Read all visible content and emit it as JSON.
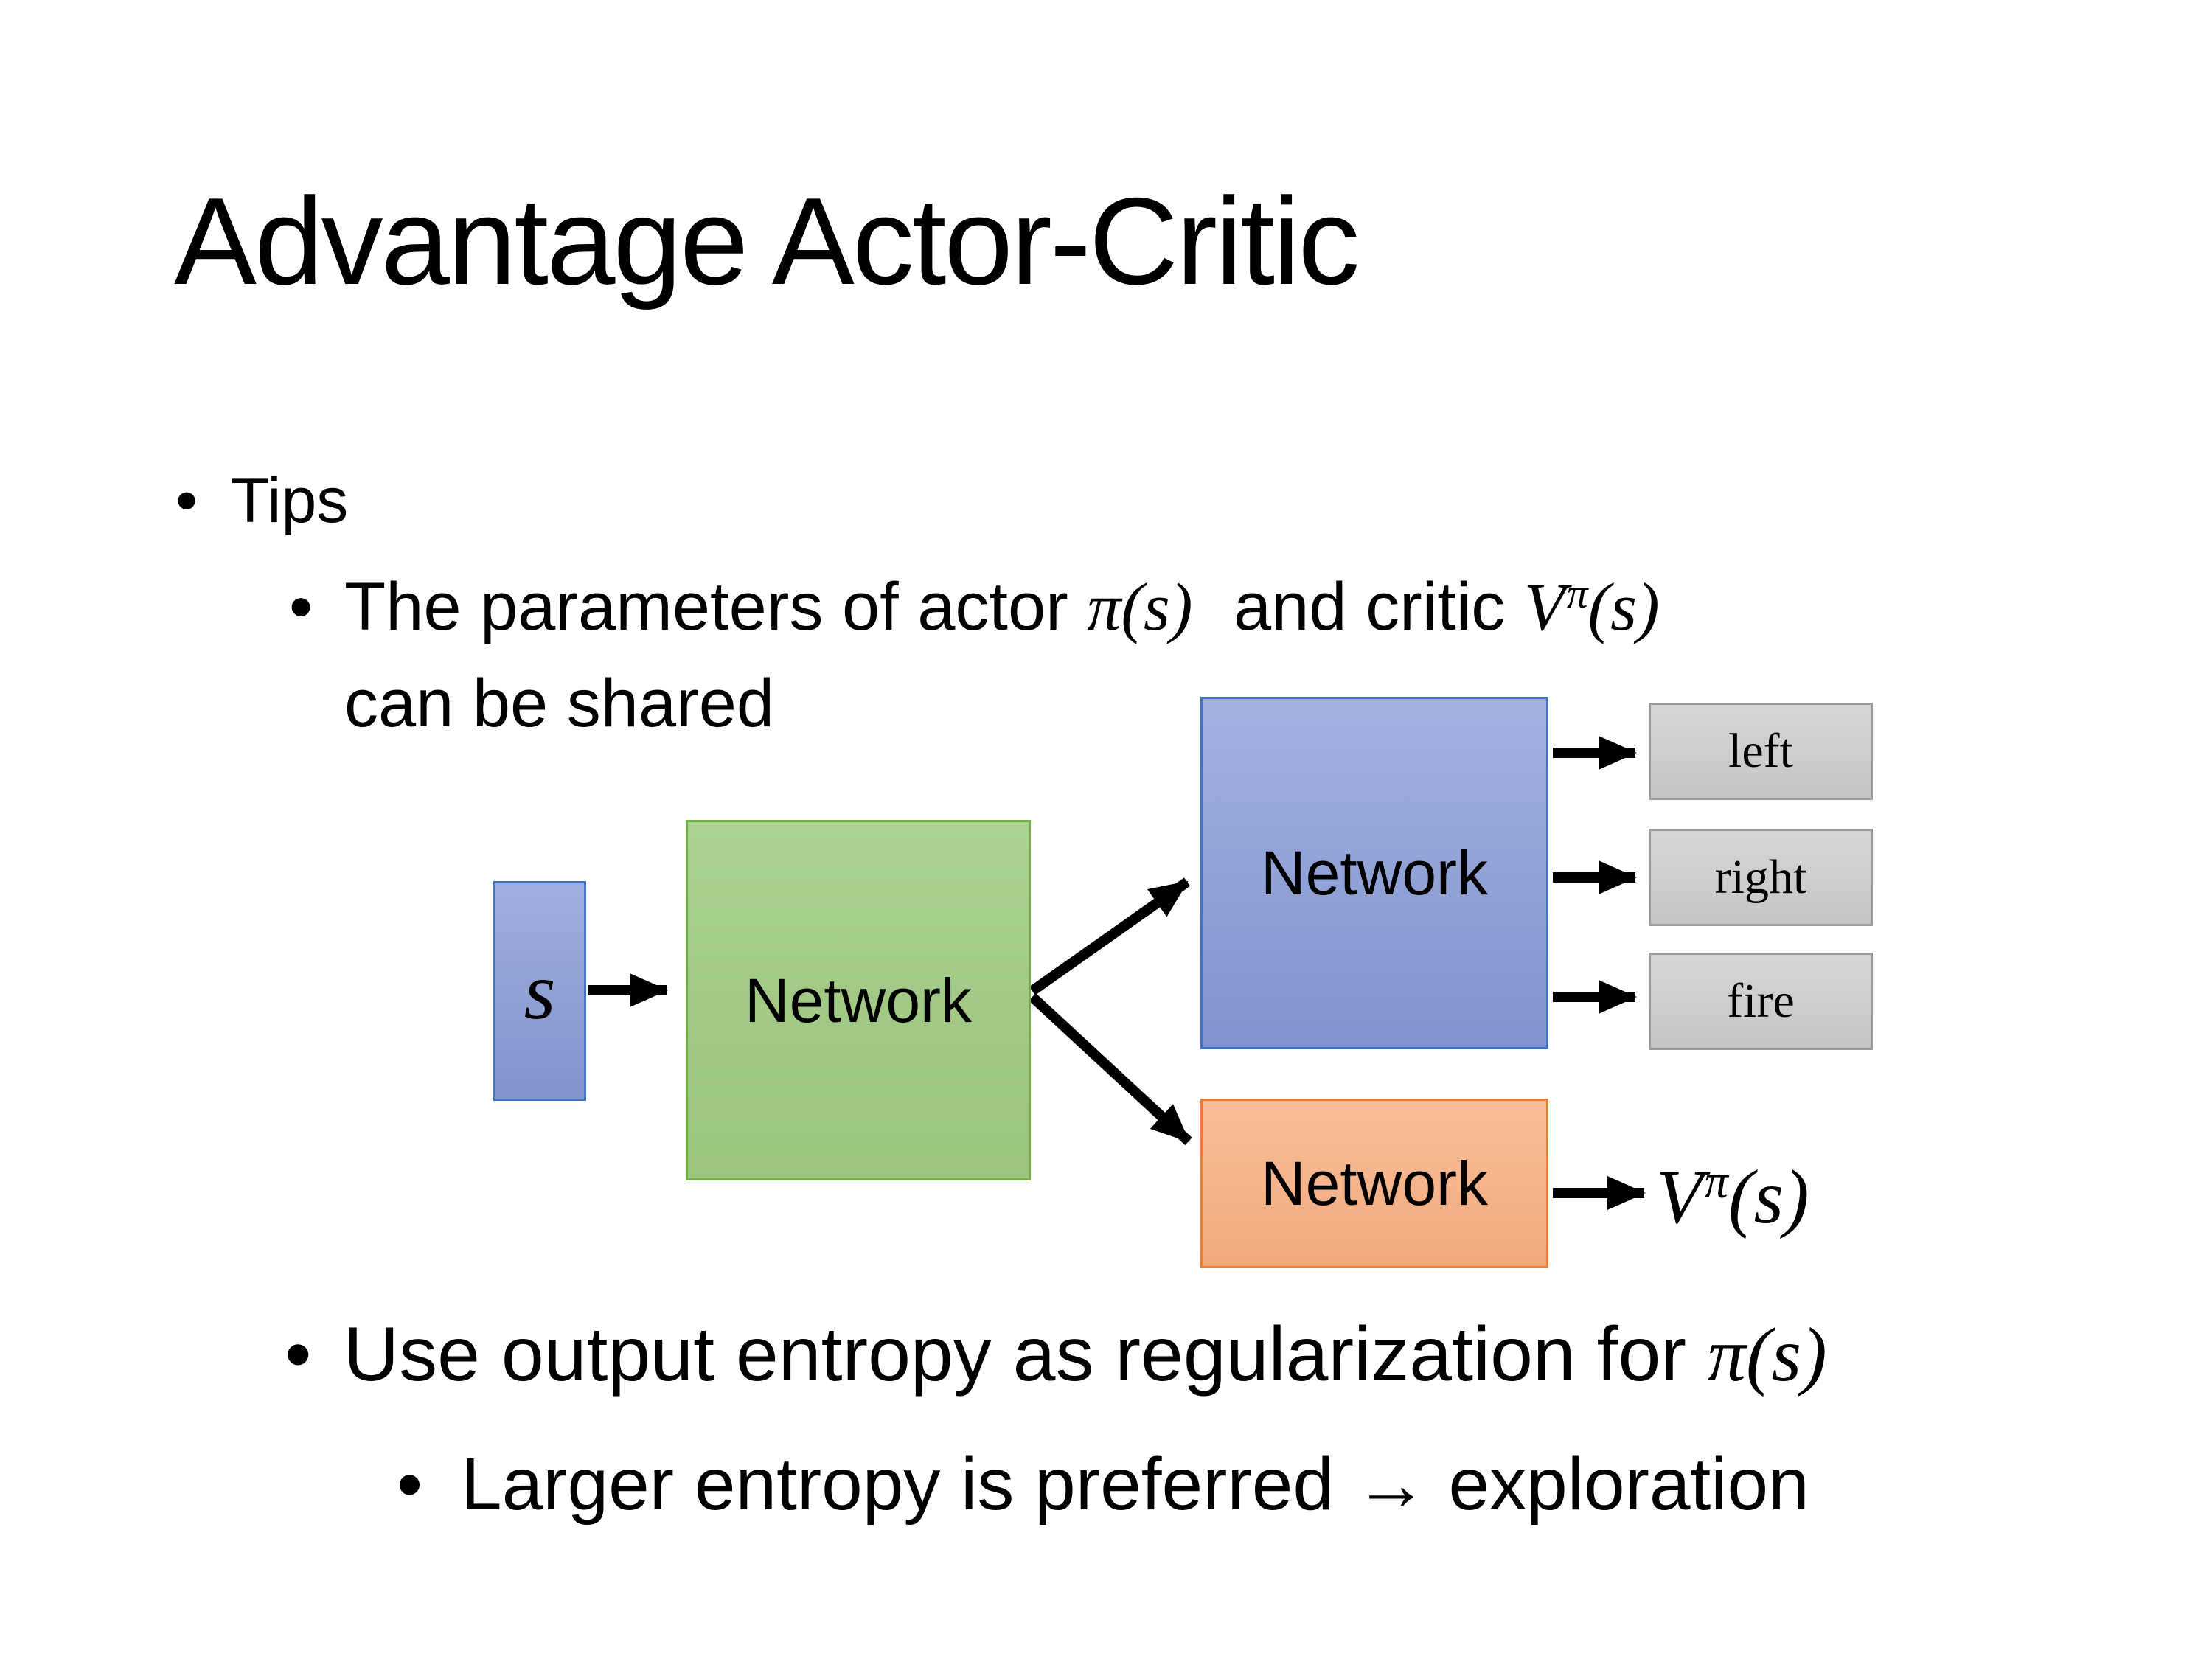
{
  "colors": {
    "background": "#FFFFFF",
    "text": "#000000",
    "arrow": "#000000",
    "state_fill": "#8FA0D4",
    "state_border": "#4472C4",
    "shared_fill": "#A2CA86",
    "shared_border": "#70AD47",
    "actor_fill": "#8FA1D6",
    "actor_border": "#4472C4",
    "critic_fill": "#F5B38A",
    "critic_border": "#ED7D31",
    "action_fill": "#CCCECE",
    "action_border": "#9A9A9A"
  },
  "slide": {
    "title": "Advantage Actor-Critic",
    "bullet_glyph": "•",
    "tips_label": "Tips",
    "shared_point": {
      "prefix": "The parameters of actor ",
      "actor_math": "π(s)",
      "middle": " and critic ",
      "value_base": "V",
      "value_sup": "π",
      "value_args": "(s)",
      "line2": "can be shared"
    },
    "entropy_point": {
      "prefix": "Use output entropy as regularization for ",
      "math": "π(s)"
    },
    "exploration_point": "Larger entropy is preferred → exploration"
  },
  "diagram": {
    "state_label": "s",
    "shared_network_label": "Network",
    "actor_network_label": "Network",
    "critic_network_label": "Network",
    "action_labels": [
      "left",
      "right",
      "fire"
    ],
    "value_output": {
      "base": "V",
      "sup": "π",
      "args": "(s)"
    }
  }
}
